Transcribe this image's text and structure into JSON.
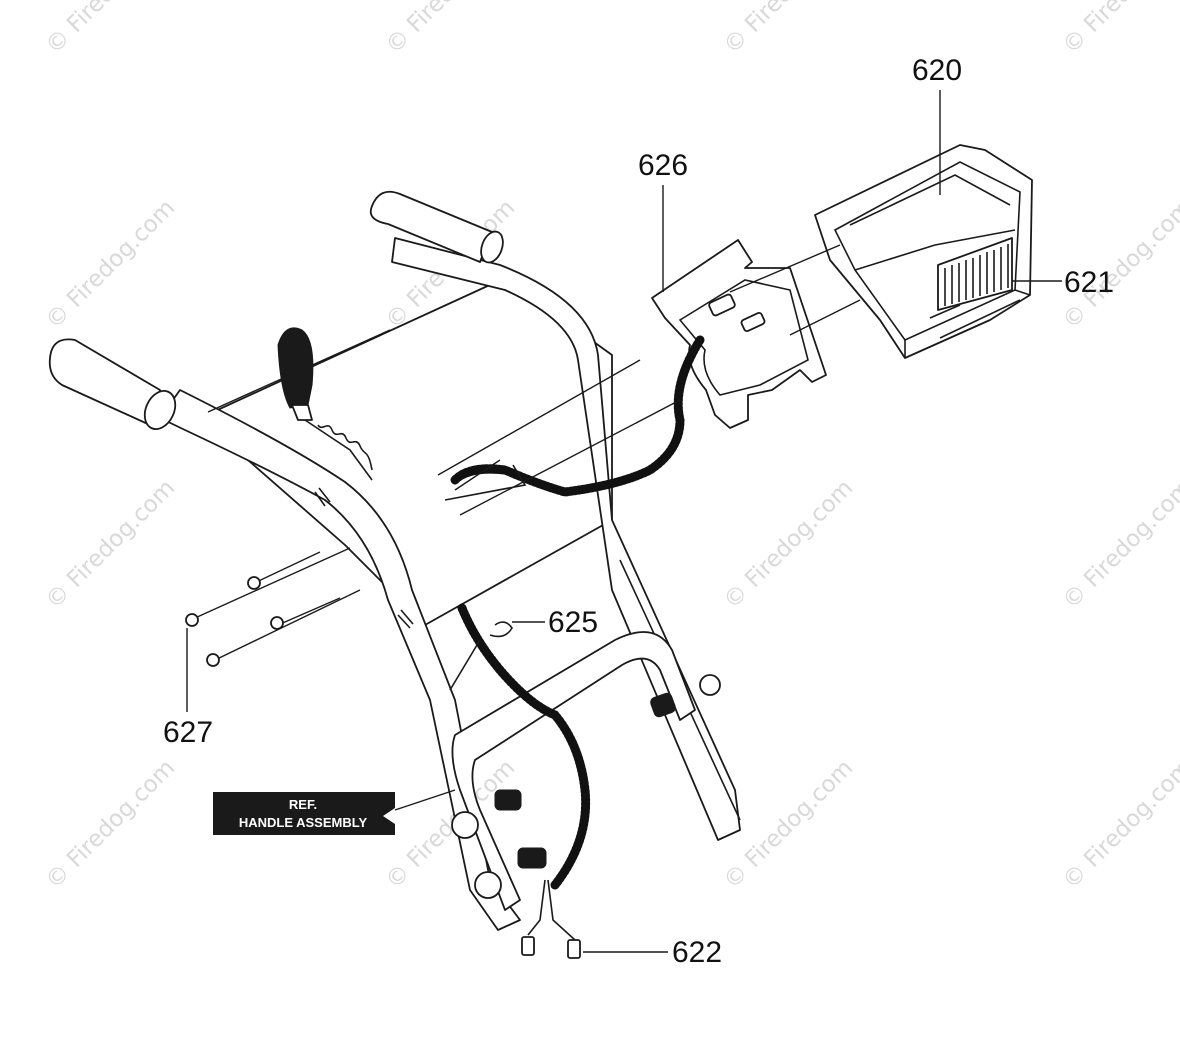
{
  "diagram": {
    "callouts": {
      "part_620": "620",
      "part_621": "621",
      "part_622": "622",
      "part_625": "625",
      "part_626": "626",
      "part_627": "627"
    },
    "reference_label": {
      "line1": "REF.",
      "line2": "HANDLE ASSEMBLY"
    },
    "watermark": "© Firedog.com"
  }
}
